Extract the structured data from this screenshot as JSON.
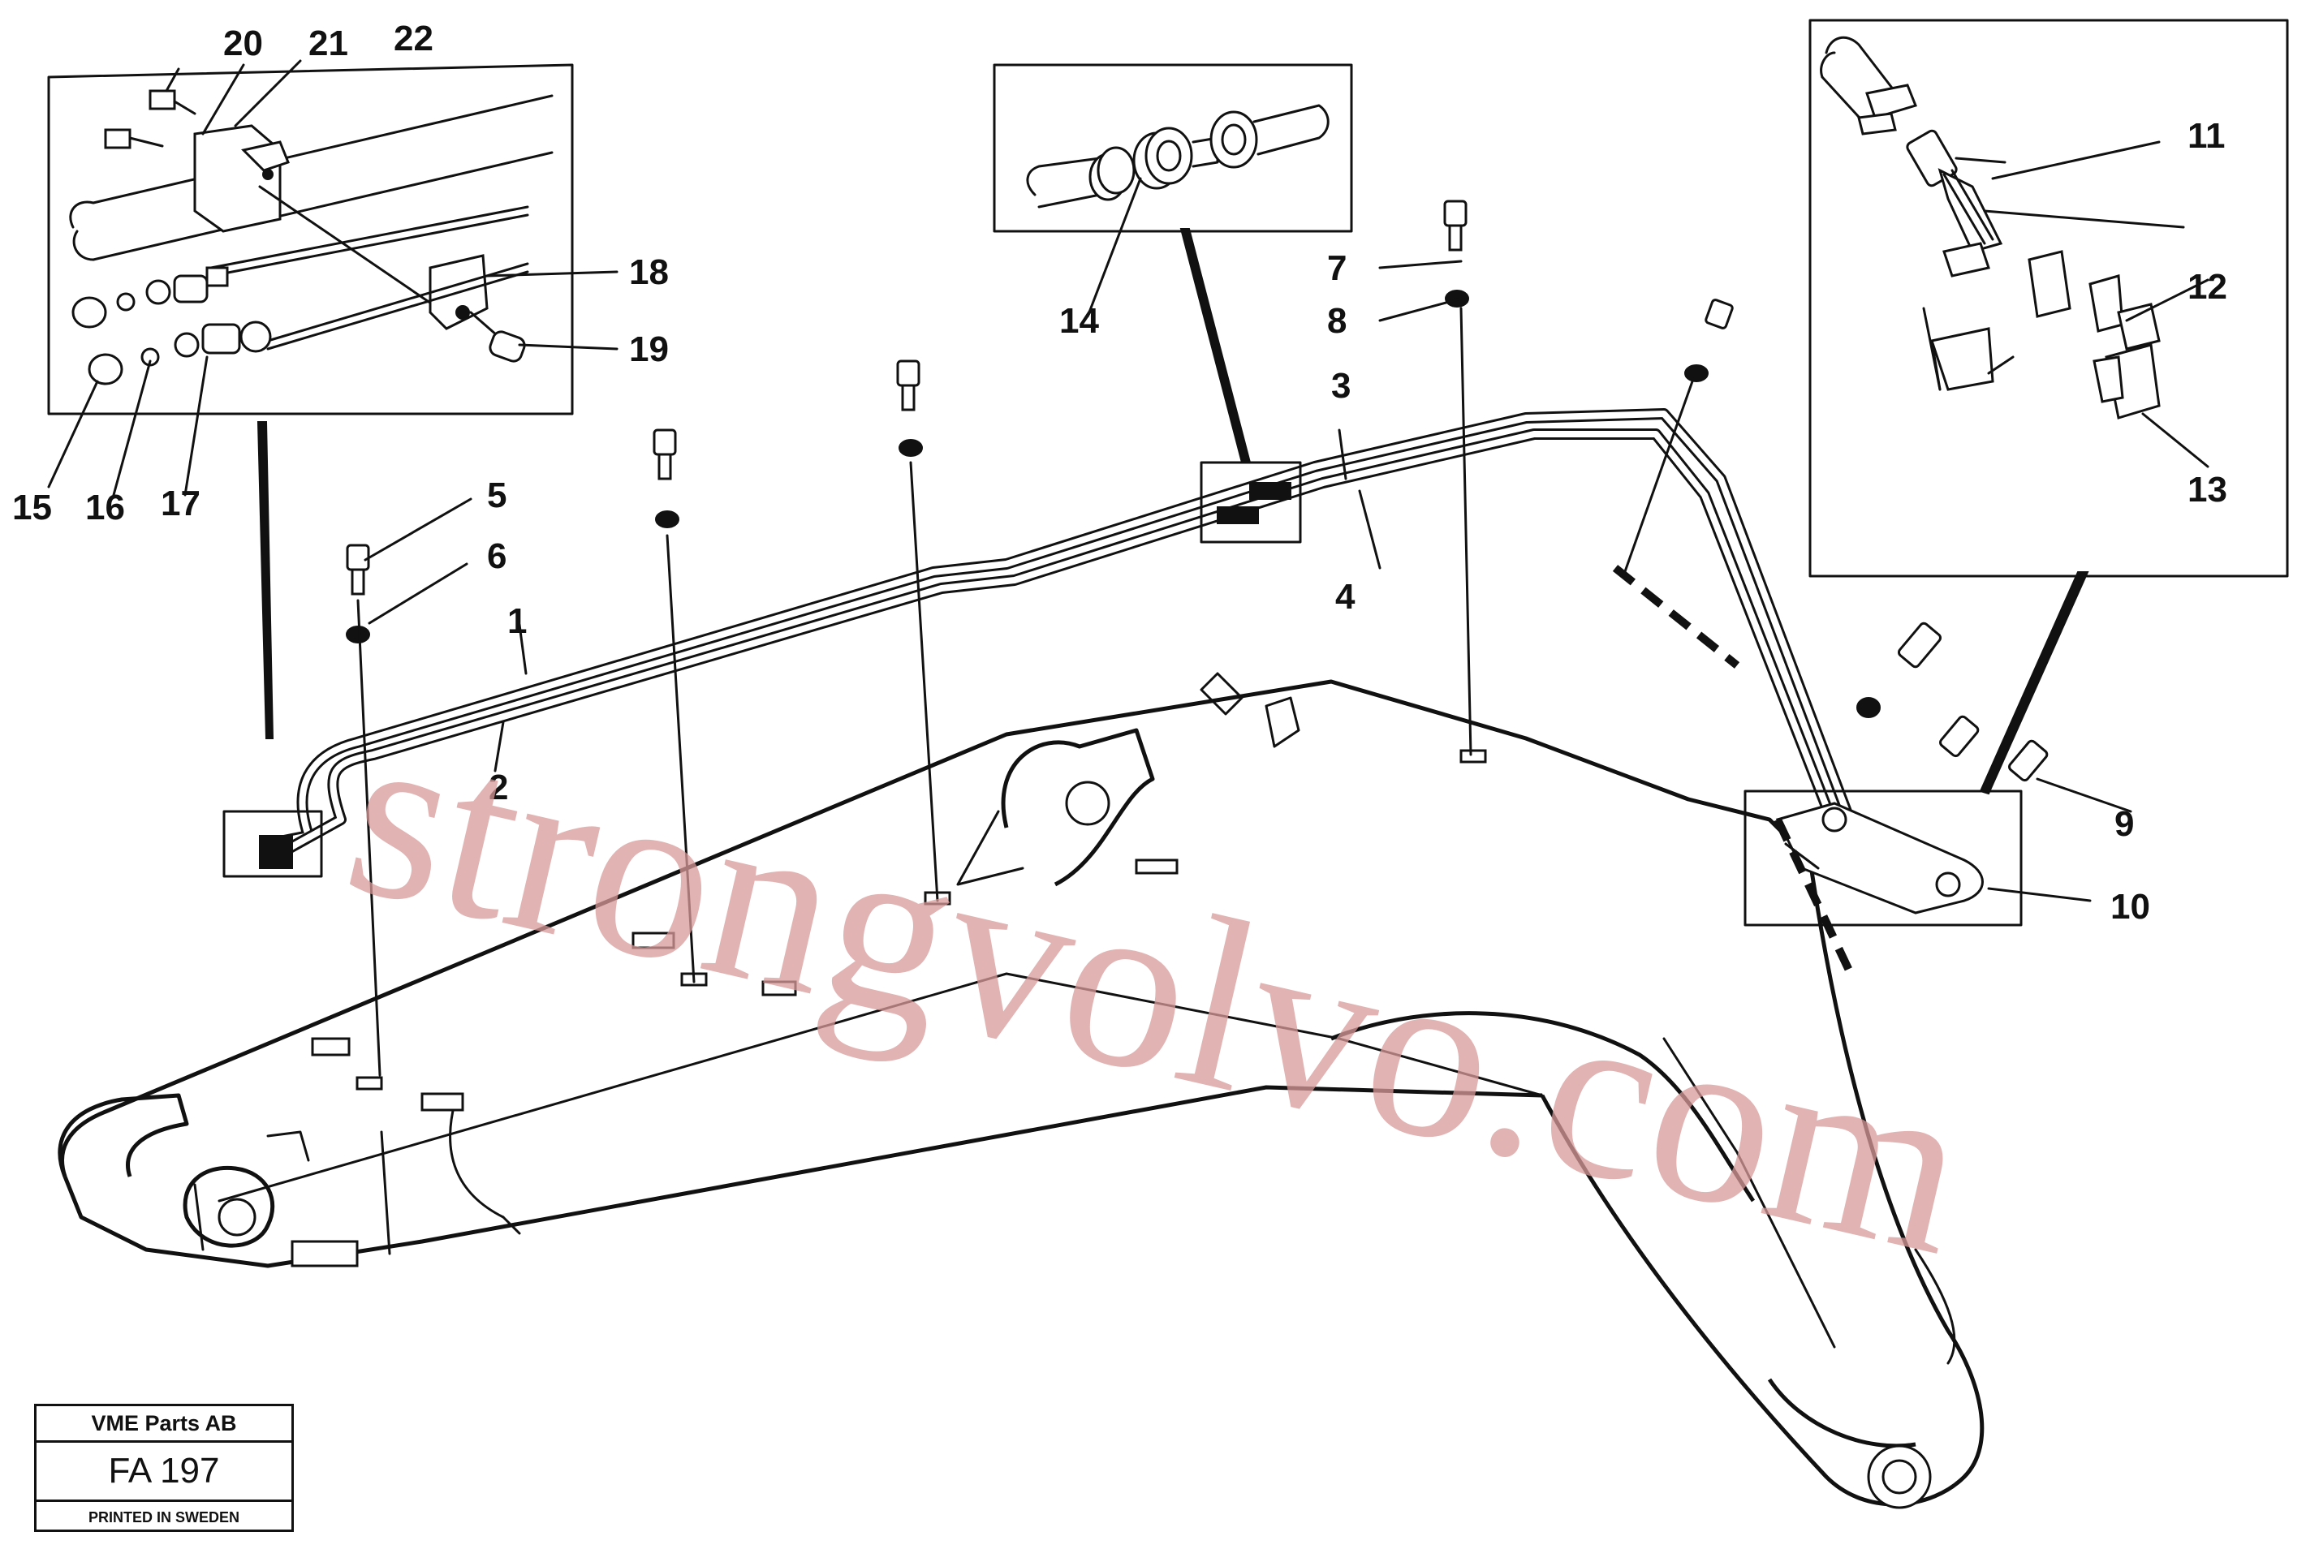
{
  "callouts": [
    "1",
    "2",
    "3",
    "4",
    "5",
    "6",
    "7",
    "8",
    "9",
    "10",
    "11",
    "12",
    "13",
    "14",
    "15",
    "16",
    "17",
    "18",
    "19",
    "20",
    "21",
    "22"
  ],
  "watermark": "strongvolvo.com",
  "title_block": {
    "company": "VME Parts AB",
    "code": "FA 197",
    "printed": "PRINTED IN SWEDEN"
  }
}
